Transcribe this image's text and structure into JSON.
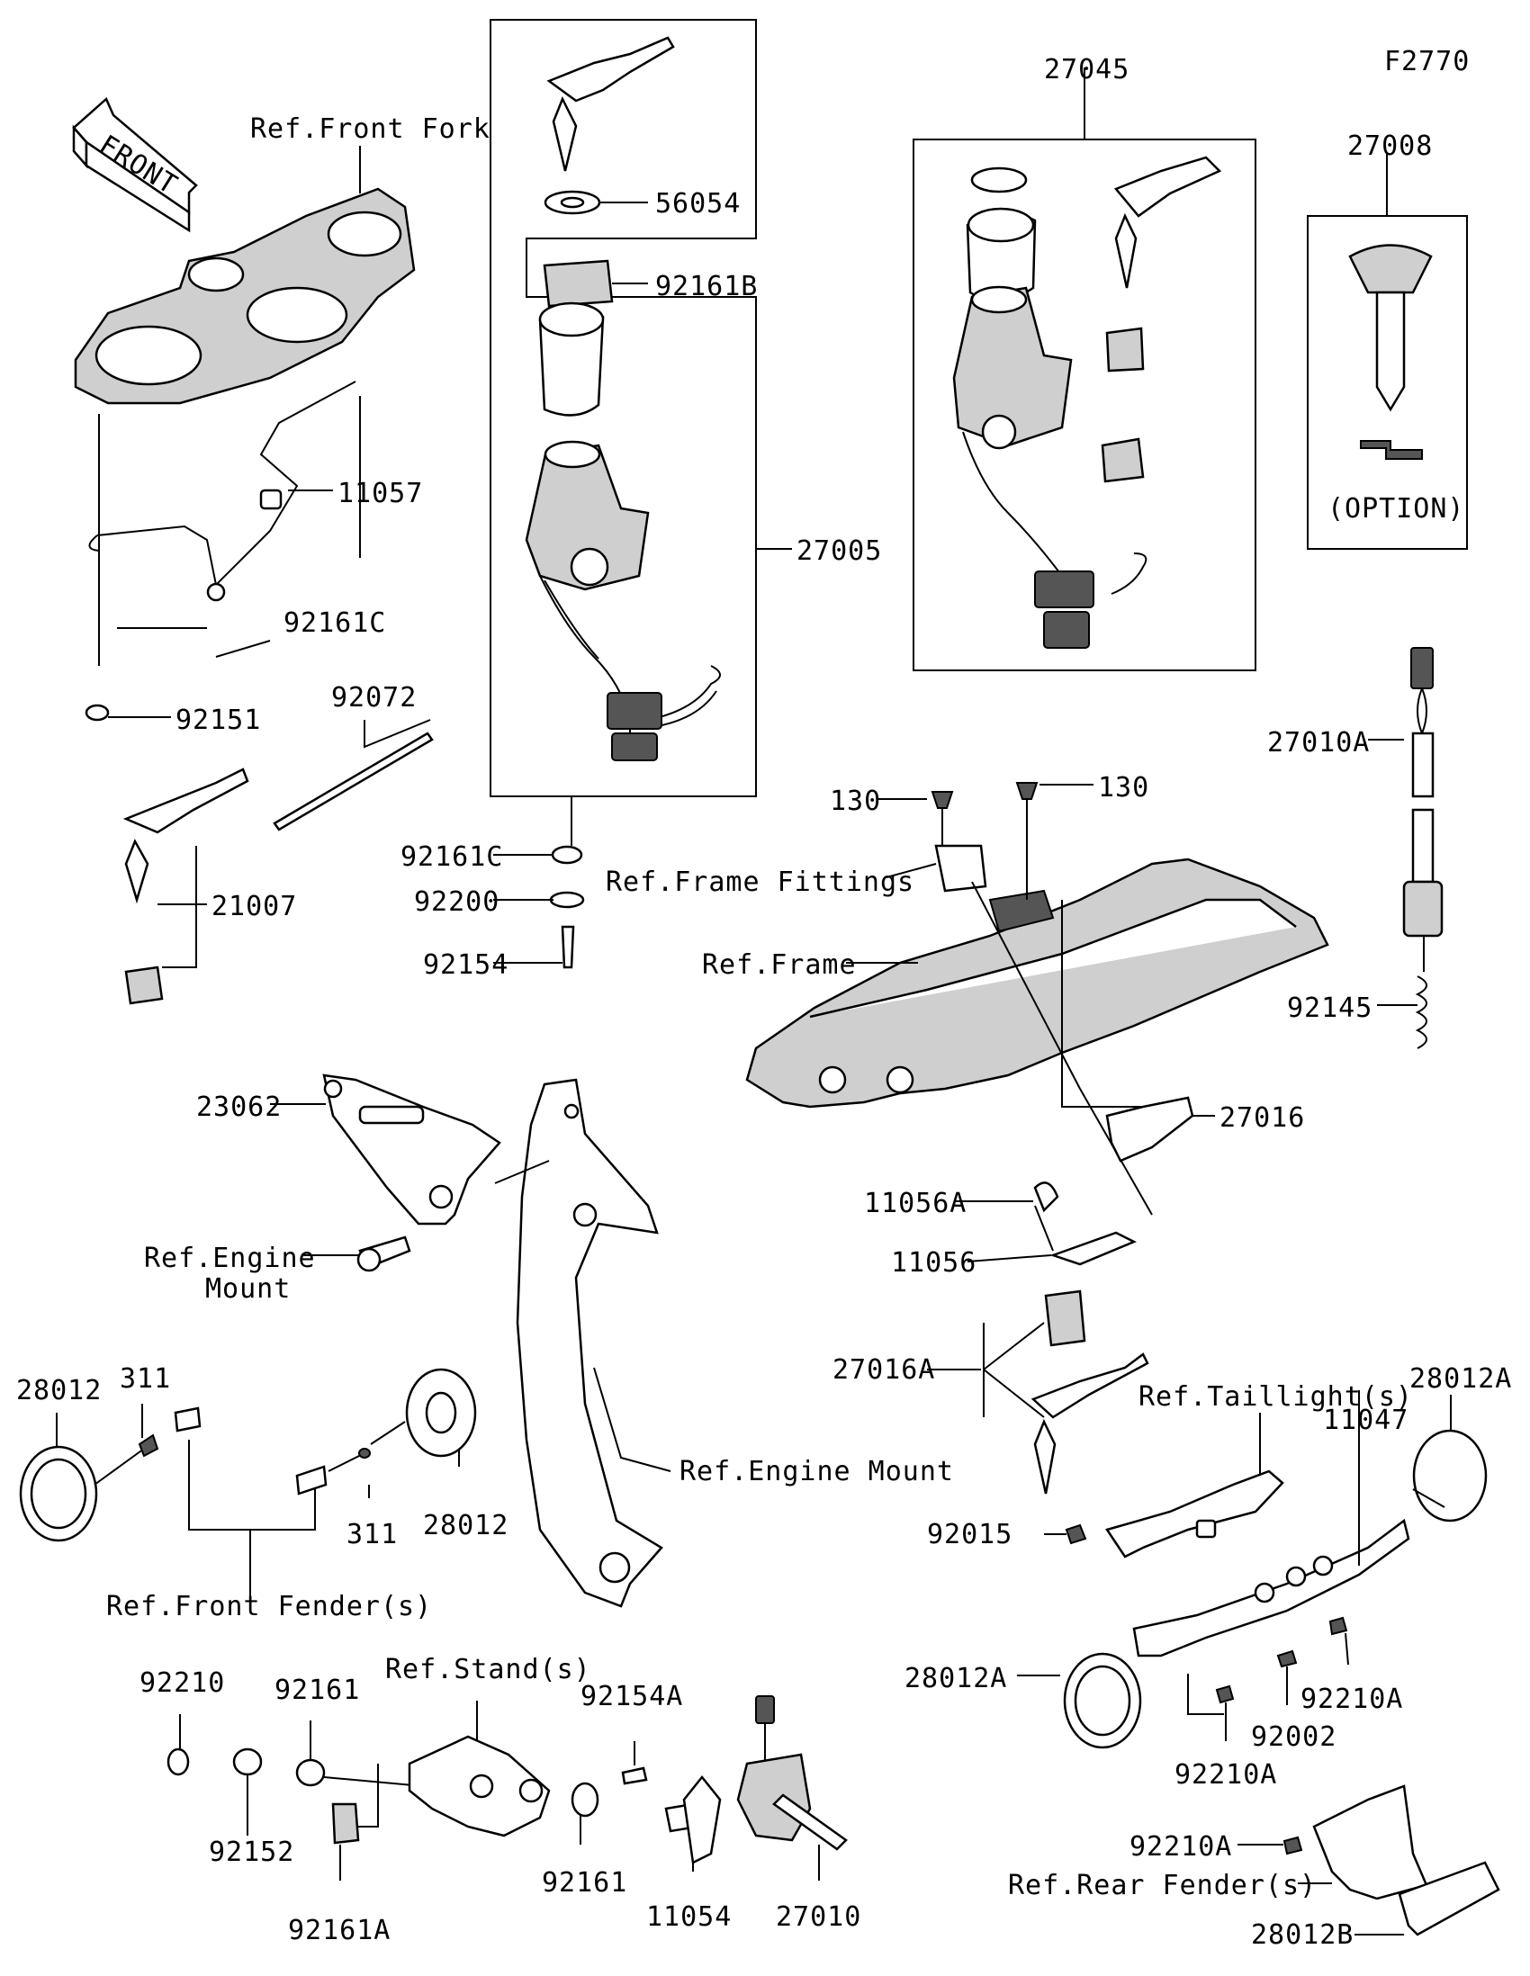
{
  "figure_code": "F2770",
  "front_arrow": "FRONT",
  "option_label": "(OPTION)",
  "callouts": {
    "ref_front_fork": "Ref.Front Fork",
    "p56054": "56054",
    "p92161B": "92161B",
    "p27045": "27045",
    "p27008": "27008",
    "p11057": "11057",
    "p27005": "27005",
    "p92161C_a": "92161C",
    "p92151": "92151",
    "p92072": "92072",
    "p27010A": "27010A",
    "p130_a": "130",
    "p130_b": "130",
    "ref_frame_fittings": "Ref.Frame Fittings",
    "p21007": "21007",
    "p92161C_b": "92161C",
    "p92200": "92200",
    "p92154": "92154",
    "ref_frame": "Ref.Frame",
    "p92145": "92145",
    "p23062": "23062",
    "p27016": "27016",
    "p11056A": "11056A",
    "ref_engine_mount_a1": "Ref.Engine",
    "ref_engine_mount_a2": "Mount",
    "p11056": "11056",
    "p27016A": "27016A",
    "p28012_a": "28012",
    "p311_a": "311",
    "ref_taillights": "Ref.Taillight(s)",
    "p28012A_a": "28012A",
    "p11047": "11047",
    "ref_engine_mount_b": "Ref.Engine Mount",
    "p92015": "92015",
    "p311_b": "311",
    "p28012_b": "28012",
    "ref_front_fenders": "Ref.Front Fender(s)",
    "p28012A_b": "28012A",
    "p92210A_a": "92210A",
    "p92002": "92002",
    "p92210A_b": "92210A",
    "p92210A_c": "92210A",
    "ref_stands": "Ref.Stand(s)",
    "p92210": "92210",
    "p92161_a": "92161",
    "p92154A": "92154A",
    "p92152": "92152",
    "p92161_b": "92161",
    "p92161A": "92161A",
    "p11054": "11054",
    "p27010": "27010",
    "ref_rear_fenders": "Ref.Rear Fender(s)",
    "p28012B": "28012B"
  }
}
